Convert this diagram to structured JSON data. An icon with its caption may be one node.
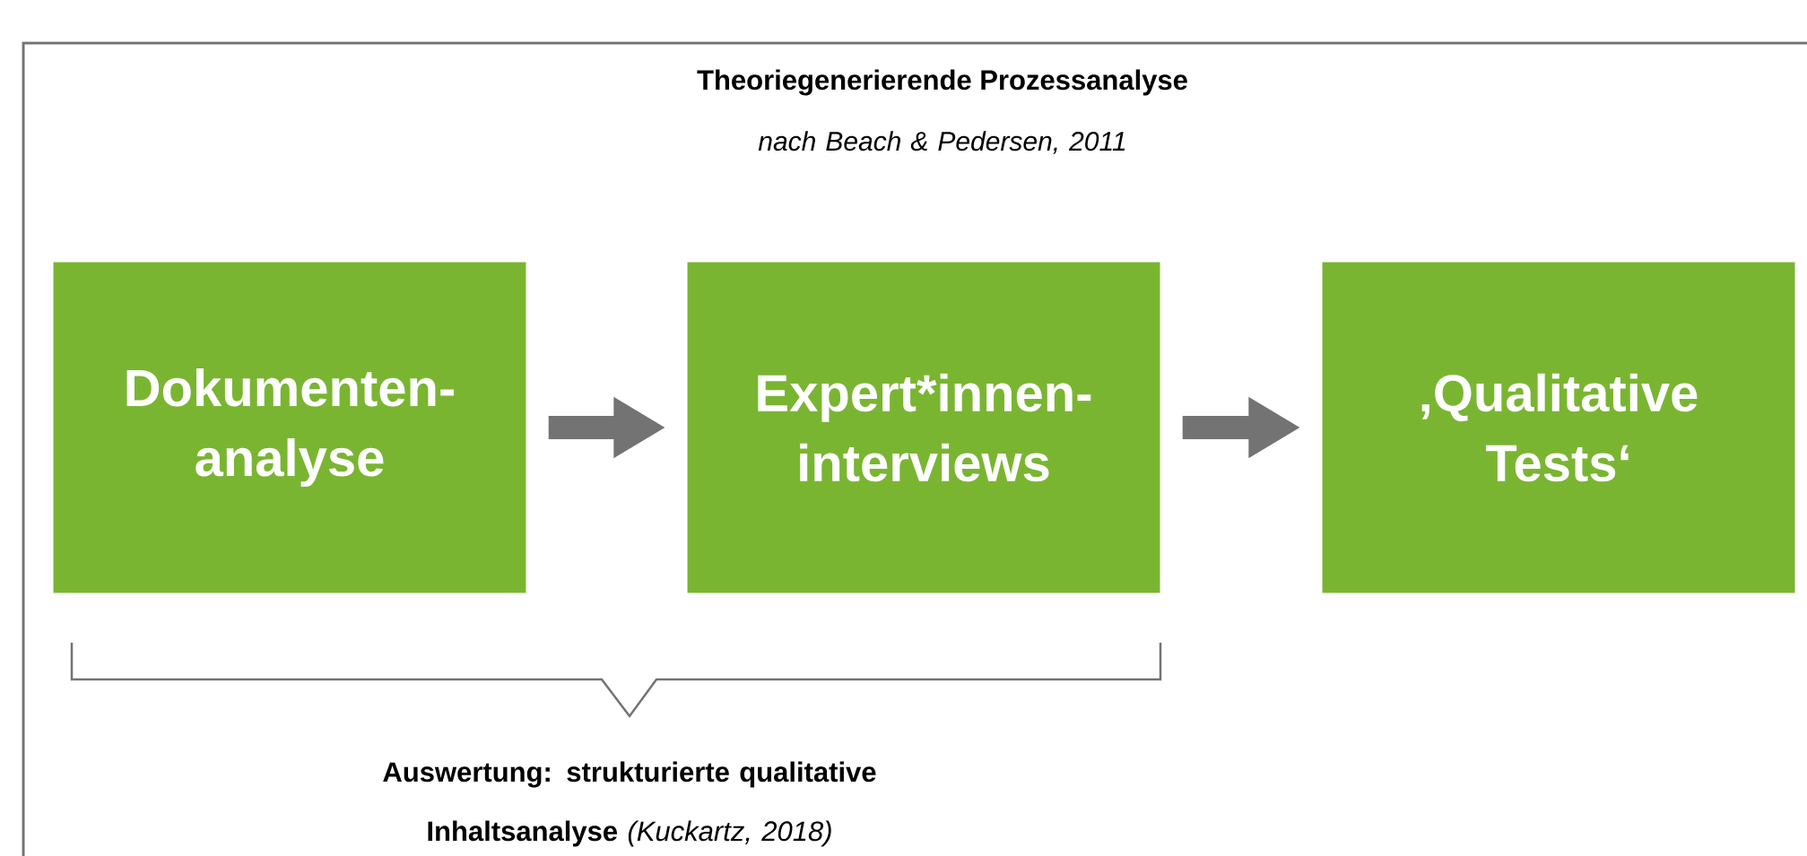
{
  "diagram": {
    "title": "Theoriegenerierende Prozessanalyse",
    "nodes": [
      {
        "text": [
          "Dokumenten- analyse"
        ]
      },
      {
        "text": [
          "Expert*innen- interviews"
        ]
      },
      {
        "text": [
          "‚Qualitative Tests‘"
        ]
      }
    ],
    "edges": [
      {
        "from": 0,
        "to": 1,
        "arrow": "to"
      },
      {
        "from": 1,
        "to": 2,
        "arrow": "to"
      }
    ],
    "labels": [
      "*nach Beach & Pedersen, 2011*",
      "**Auswertung: strukturierte qualitative Inhaltsanalyse** *(Kuckartz, 2018)*"
    ]
  }
}
